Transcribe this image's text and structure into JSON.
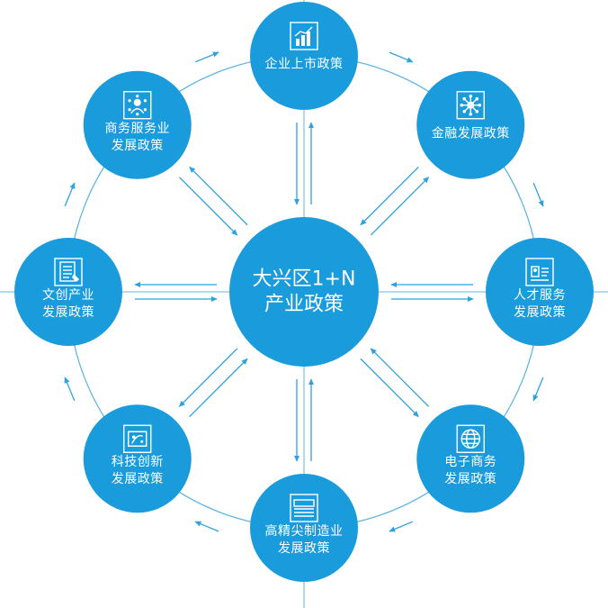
{
  "colors": {
    "node_fill": "#1A9BDC",
    "line": "#63B5E3",
    "arrow": "#2FA2DE",
    "text": "#FFFFFF"
  },
  "center": {
    "line1": "大兴区1+N",
    "line2": "产业政策"
  },
  "nodes": [
    {
      "id": "top",
      "icon": "bar-chart-icon",
      "line1": "企业上市政策",
      "line2": ""
    },
    {
      "id": "top-right",
      "icon": "network-icon",
      "line1": "金融发展政策",
      "line2": ""
    },
    {
      "id": "right",
      "icon": "id-card-icon",
      "line1": "人才服务",
      "line2": "发展政策"
    },
    {
      "id": "bottom-right",
      "icon": "globe-icon",
      "line1": "电子商务",
      "line2": "发展政策"
    },
    {
      "id": "bottom",
      "icon": "machine-icon",
      "line1": "高精尖制造业",
      "line2": "发展政策"
    },
    {
      "id": "bottom-left",
      "icon": "innovation-icon",
      "line1": "科技创新",
      "line2": "发展政策"
    },
    {
      "id": "left",
      "icon": "document-icon",
      "line1": "文创产业",
      "line2": "发展政策"
    },
    {
      "id": "top-left",
      "icon": "business-icon",
      "line1": "商务服务业",
      "line2": "发展政策"
    }
  ]
}
